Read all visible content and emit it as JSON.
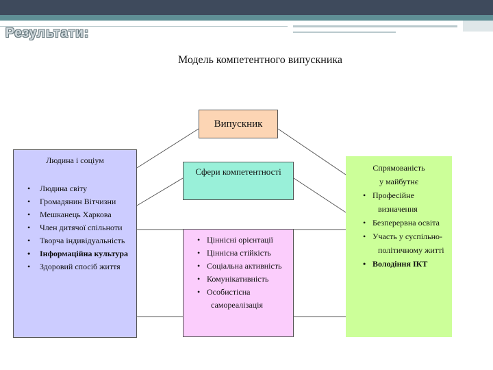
{
  "slide": {
    "heading": "Результати:",
    "diagram_title": "Модель компетентного випускника"
  },
  "boxes": {
    "graduate": {
      "label": "Випускник"
    },
    "spheres": {
      "label": "Сфери компетентності"
    },
    "left": {
      "title": "Людина і соціум",
      "items": [
        "Людина світу",
        "Громадянин Вітчизни",
        "Мешканець Харкова",
        "Член дитячої спільноти",
        "Творча індивідуальність",
        "Інформаційна культура",
        "Здоровий спосіб життя"
      ]
    },
    "center": {
      "items": [
        "Ціннісні орієнтації",
        "Ціннісна стійкість",
        "Соціальна активність",
        "Комунікативність",
        "Особистісна",
        "самореалізація"
      ]
    },
    "right": {
      "title_line1": "Спрямованість",
      "title_line2": "у майбутнє",
      "items": [
        "Професійне",
        "визначення",
        "Безперервна освіта",
        "Участь у суспільно-",
        "політичному житті",
        "Володіння ІКТ"
      ]
    }
  },
  "colors": {
    "graduate_fill": "#fcd5b4",
    "spheres_fill": "#99f0d9",
    "left_fill": "#ccccff",
    "center_fill": "#fbcdfc",
    "right_fill": "#ccff99"
  }
}
